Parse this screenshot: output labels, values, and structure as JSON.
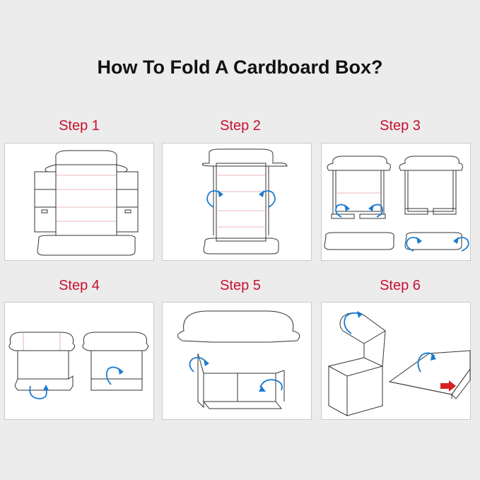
{
  "title": "How To Fold A Cardboard Box?",
  "steps": [
    {
      "label": "Step 1"
    },
    {
      "label": "Step 2"
    },
    {
      "label": "Step 3"
    },
    {
      "label": "Step 4"
    },
    {
      "label": "Step 5"
    },
    {
      "label": "Step 6"
    }
  ],
  "colors": {
    "background": "#ececec",
    "step_label": "#c8102e",
    "fold_arrow": "#1a7bd1",
    "push_arrow": "#d42020",
    "crease_line": "#e0a0a0"
  },
  "icons": {
    "fold_arrow": "curved-fold-arrow-icon",
    "push_arrow": "push-arrow-icon"
  }
}
